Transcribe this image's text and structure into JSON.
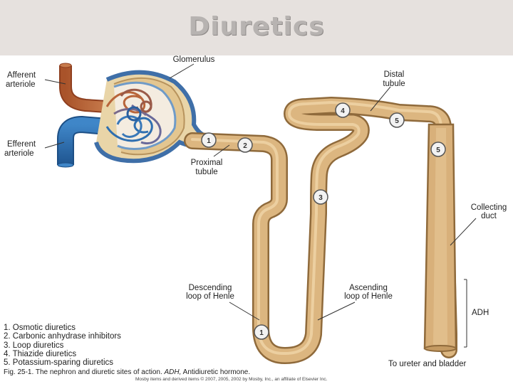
{
  "title": "Diuretics",
  "labels": {
    "glomerulus": "Glomerulus",
    "afferent_1": "Afferent",
    "afferent_2": "arteriole",
    "efferent_1": "Efferent",
    "efferent_2": "arteriole",
    "proximal_1": "Proximal",
    "proximal_2": "tubule",
    "distal_1": "Distal",
    "distal_2": "tubule",
    "collecting_1": "Collecting",
    "collecting_2": "duct",
    "descending_1": "Descending",
    "descending_2": "loop of Henle",
    "ascending_1": "Ascending",
    "ascending_2": "loop of Henle",
    "adh": "ADH",
    "ureter": "To ureter and bladder"
  },
  "markers": [
    "1",
    "2",
    "3",
    "4",
    "5",
    "5",
    "1"
  ],
  "legend": [
    "1. Osmotic diuretics",
    "2. Carbonic anhydrase inhibitors",
    "3. Loop diuretics",
    "4. Thiazide diuretics",
    "5. Potassium-sparing diuretics"
  ],
  "caption": {
    "prefix": "Fig. 25-1. The nephron and diuretic sites of action.",
    "italic": "ADH,",
    "suffix": "Antidiuretic hormone."
  },
  "copyright": "Mosby items and derived items © 2007, 2005, 2002 by Mosby, Inc., an affiliate of Elsevier Inc.",
  "colors": {
    "tubule": "#d8b07a",
    "tubule_edge": "#9a7040",
    "afferent": "#b8653a",
    "efferent": "#2f6fb0",
    "capsule": "#5f8fc0",
    "title_bg": "#e6e1de"
  }
}
